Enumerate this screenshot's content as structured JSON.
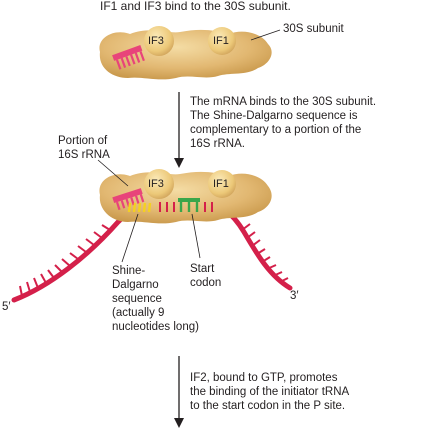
{
  "step1": {
    "caption": "IF1 and IF3 bind to the 30S subunit.",
    "subunit_label": "30S subunit",
    "if3_label": "IF3",
    "if1_label": "IF1"
  },
  "arrow1_text": "The mRNA binds to the 30S subunit.\nThe Shine-Dalgarno sequence is\ncomplementary to a portion of the\n16S rRNA.",
  "step2": {
    "rrna_label": "Portion of\n16S rRNA",
    "if3_label": "IF3",
    "if1_label": "IF1",
    "sd_label": "Shine-\nDalgarno\nsequence\n(actually 9\nnucleotides long)",
    "start_label": "Start\ncodon",
    "five_prime": "5′",
    "three_prime": "3′"
  },
  "arrow2_text": "IF2, bound to GTP, promotes\nthe binding of the initiator tRNA\nto the start codon in the P site.",
  "colors": {
    "subunit": "#e6c07e",
    "subunit_shade": "#c99a4e",
    "factor": "#f2d48e",
    "rrna_pink": "#e8447a",
    "mrna_red": "#d4204a",
    "shine_dalgarno": "#f5d020",
    "start_codon": "#3aa64a",
    "text": "#231f20"
  }
}
